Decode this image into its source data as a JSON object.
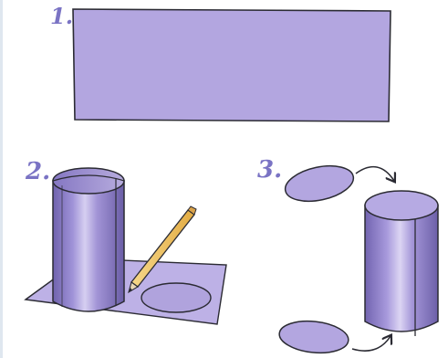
{
  "steps": [
    {
      "number": "1.",
      "icon": "paper-rectangle"
    },
    {
      "number": "2.",
      "icon": "trace-circle-with-pencil"
    },
    {
      "number": "3.",
      "icon": "attach-circle-ends-to-cylinder"
    }
  ],
  "colors": {
    "paper": "#b3a6e0",
    "paper_light": "#c7bfe8",
    "cylinder_mid": "#a597d9",
    "cylinder_dark": "#6c5eaa",
    "outline": "#2b2b33",
    "pencil": "#f0c467",
    "number": "#7a73c4"
  }
}
